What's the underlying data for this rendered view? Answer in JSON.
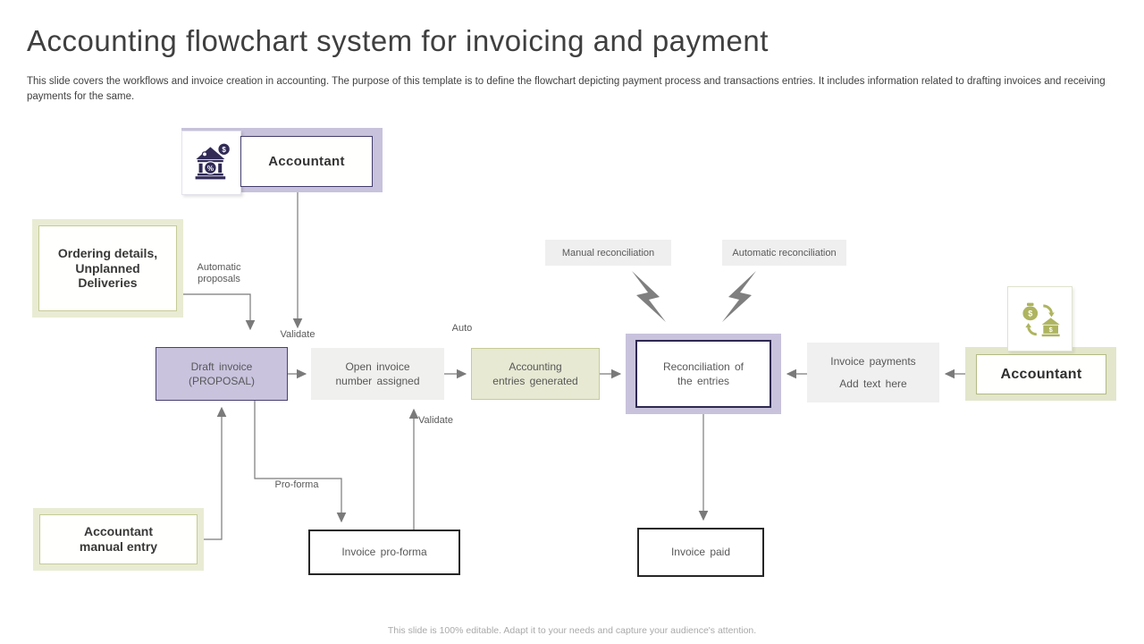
{
  "slide": {
    "title": "Accounting flowchart system for invoicing and payment",
    "subtitle": "This slide covers the workflows and invoice creation in accounting. The purpose of this template is to define the flowchart depicting payment process and transactions entries. It includes information related to drafting invoices and receiving payments for the same.",
    "footer": "This slide is 100% editable. Adapt it to your needs and capture your audience's attention."
  },
  "palette": {
    "lavender_block": "#c8c2dc",
    "lavender_fill": "#c9c3de",
    "navy_border": "#423c6b",
    "olive_glow": "#e9ecd3",
    "olive_border": "#c6cb96",
    "olive_fill": "#e7e9d3",
    "olive_block": "#e3e6cb",
    "olive_icon": "#aeb45f",
    "navy_icon": "#312b56",
    "gray_fill": "#efefef",
    "arrow_gray": "#7a7a7a",
    "text_gray": "#595959"
  },
  "nodes": {
    "accountant_top": {
      "label": "Accountant",
      "icon": "bank-discount-dollar-icon"
    },
    "ordering": {
      "lines": [
        "Ordering details,",
        "Unplanned",
        "Deliveries"
      ]
    },
    "draft_invoice": {
      "lines": [
        "Draft invoice",
        "(PROPOSAL)"
      ]
    },
    "open_invoice": {
      "lines": [
        "Open invoice",
        "number assigned"
      ]
    },
    "accounting_entries": {
      "lines": [
        "Accounting",
        "entries generated"
      ]
    },
    "reconciliation": {
      "lines": [
        "Reconciliation of",
        "the entries"
      ]
    },
    "invoice_payments": {
      "line1": "Invoice payments",
      "line2": "Add text here"
    },
    "accountant_right": {
      "label": "Accountant",
      "icon": "money-transfer-icon"
    },
    "manual_reconciliation": {
      "label": "Manual reconciliation"
    },
    "automatic_reconciliation": {
      "label": "Automatic reconciliation"
    },
    "invoice_proforma": {
      "label": "Invoice pro-forma"
    },
    "invoice_paid": {
      "label": "Invoice paid"
    },
    "accountant_manual_entry": {
      "lines": [
        "Accountant",
        "manual entry"
      ]
    }
  },
  "edge_labels": {
    "automatic_proposals": "Automatic proposals",
    "validate_top": "Validate",
    "auto": "Auto",
    "validate_mid": "Validate",
    "proforma": "Pro-forma"
  }
}
